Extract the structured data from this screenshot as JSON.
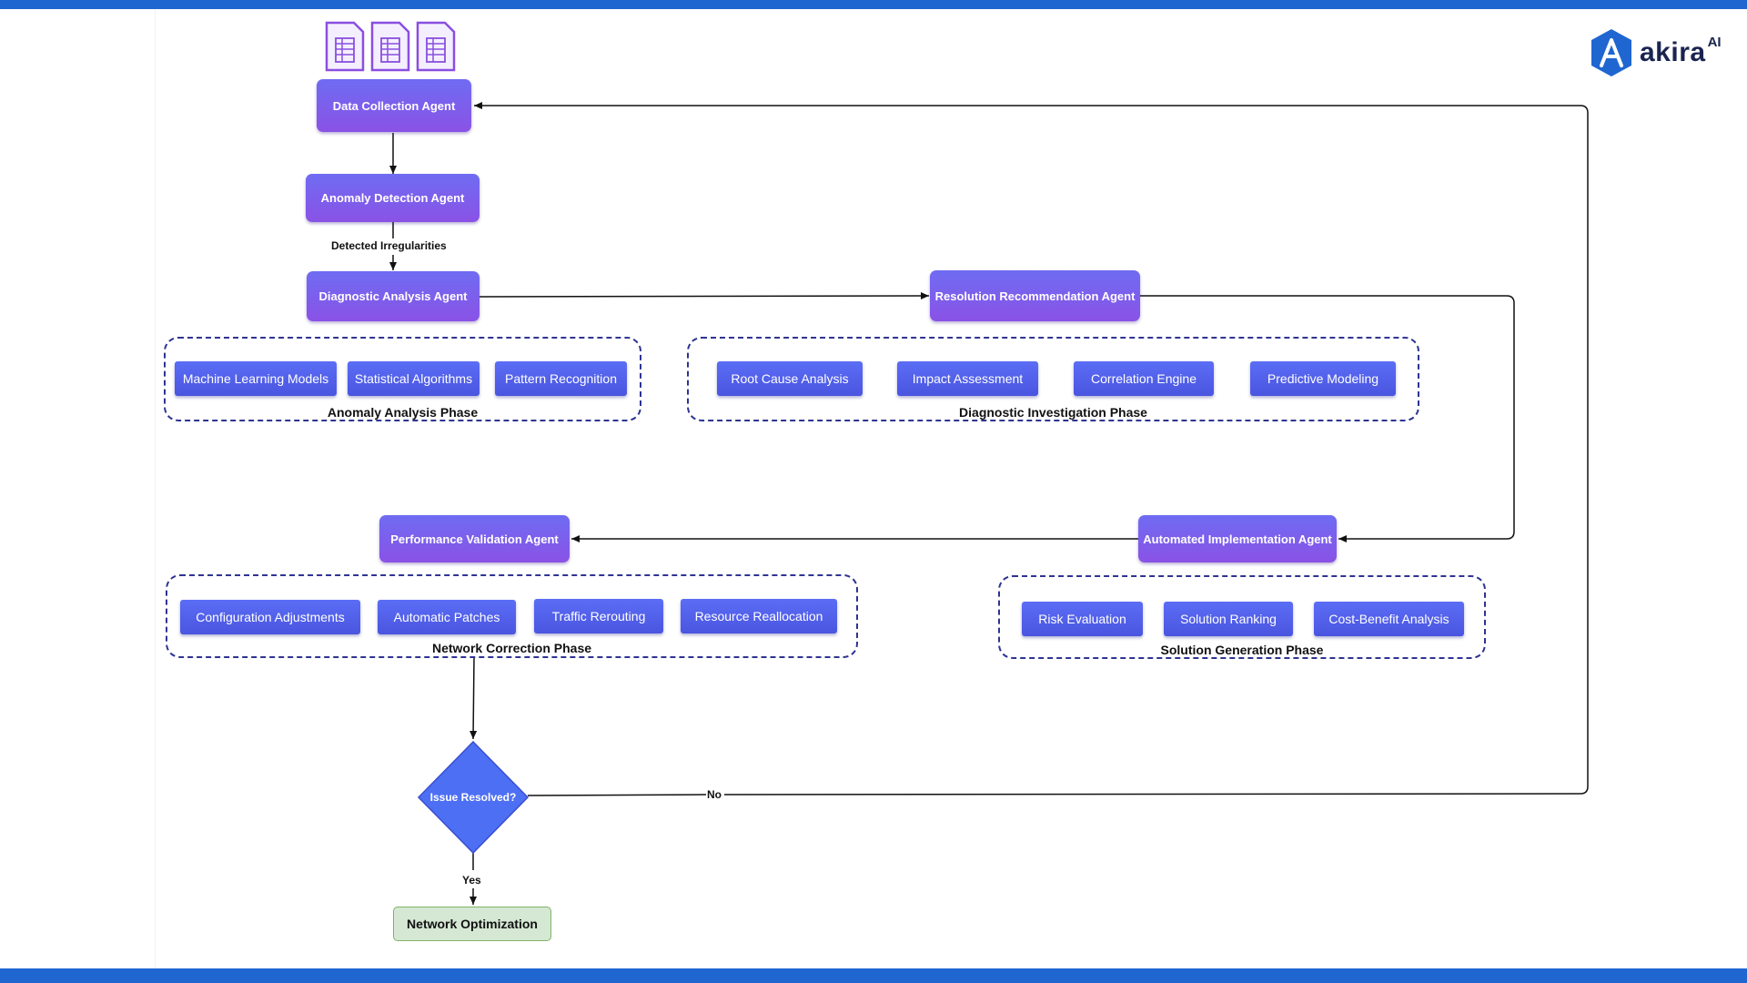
{
  "colors": {
    "bar": "#1f66d1",
    "agent": "#7b5ef0",
    "chip": "#5162ea",
    "group_border": "#2e3492",
    "terminal_fill": "#d5e8d4",
    "terminal_border": "#82b366"
  },
  "logo": {
    "text": "akira",
    "sup": "AI",
    "icon": "akira-logo-icon"
  },
  "header_icons": [
    "spreadsheet-doc-icon",
    "spreadsheet-doc-icon",
    "spreadsheet-doc-icon"
  ],
  "agents": {
    "data_collection": "Data Collection Agent",
    "anomaly_detection": "Anomaly Detection Agent",
    "diagnostic_analysis": "Diagnostic Analysis Agent",
    "resolution_recommendation": "Resolution Recommendation Agent",
    "automated_implementation": "Automated Implementation Agent",
    "performance_validation": "Performance Validation Agent"
  },
  "edge_labels": {
    "detected": "Detected Irregularities",
    "no": "No",
    "yes": "Yes"
  },
  "groups": {
    "anomaly": {
      "label": "Anomaly Analysis Phase",
      "items": [
        "Machine Learning Models",
        "Statistical Algorithms",
        "Pattern Recognition"
      ]
    },
    "diagnostic": {
      "label": "Diagnostic Investigation Phase",
      "items": [
        "Root Cause Analysis",
        "Impact Assessment",
        "Correlation Engine",
        "Predictive Modeling"
      ]
    },
    "correction": {
      "label": "Network Correction Phase",
      "items": [
        "Configuration Adjustments",
        "Automatic Patches",
        "Traffic Rerouting",
        "Resource Reallocation"
      ]
    },
    "solution": {
      "label": "Solution Generation Phase",
      "items": [
        "Risk Evaluation",
        "Solution Ranking",
        "Cost-Benefit Analysis"
      ]
    }
  },
  "decision": "Issue Resolved?",
  "terminal": "Network Optimization"
}
